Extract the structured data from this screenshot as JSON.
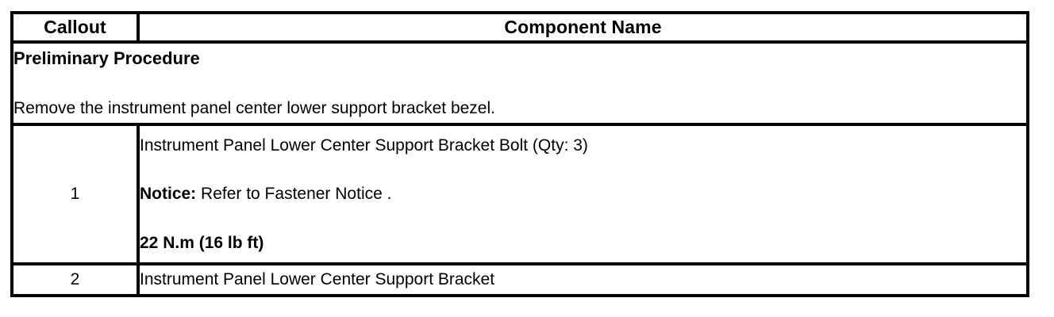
{
  "table": {
    "headers": {
      "callout": "Callout",
      "component_name": "Component Name"
    },
    "preliminary": {
      "title": "Preliminary Procedure",
      "text": "Remove the instrument panel center lower support bracket bezel."
    },
    "rows": [
      {
        "callout": "1",
        "name": "Instrument Panel Lower Center Support Bracket Bolt (Qty: 3)",
        "notice_label": "Notice:",
        "notice_text": " Refer to Fastener Notice .",
        "torque": "22 N.m (16 lb ft)"
      },
      {
        "callout": "2",
        "name": "Instrument Panel Lower Center Support Bracket"
      }
    ]
  },
  "colors": {
    "border": "#000000",
    "text": "#000000",
    "background": "#ffffff"
  }
}
